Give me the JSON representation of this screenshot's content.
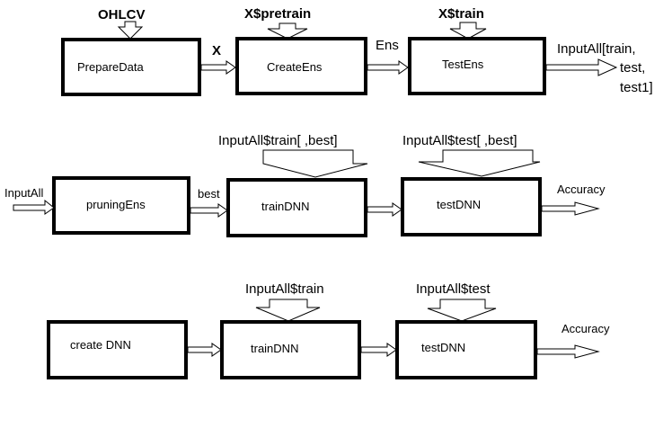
{
  "row1": {
    "prepare": "PrepareData",
    "create": "CreateEns",
    "test": "TestEns",
    "in_prepare": "OHLCV",
    "in_create": "X$pretrain",
    "in_test": "X$train",
    "edge_x": "X",
    "edge_ens": "Ens",
    "out_line1": "InputAll[train,",
    "out_line2": "test,",
    "out_line3": "test1]"
  },
  "row2": {
    "pruning": "pruningEns",
    "train": "trainDNN",
    "test": "testDNN",
    "in_left": "InputAll",
    "edge_best": "best",
    "in_train": "InputAll$train[  ,best]",
    "in_test": "InputAll$test[  ,best]",
    "out": "Accuracy"
  },
  "row3": {
    "create": "create DNN",
    "train": "trainDNN",
    "test": "testDNN",
    "in_train": "InputAll$train",
    "in_test": "InputAll$test",
    "out": "Accuracy"
  }
}
